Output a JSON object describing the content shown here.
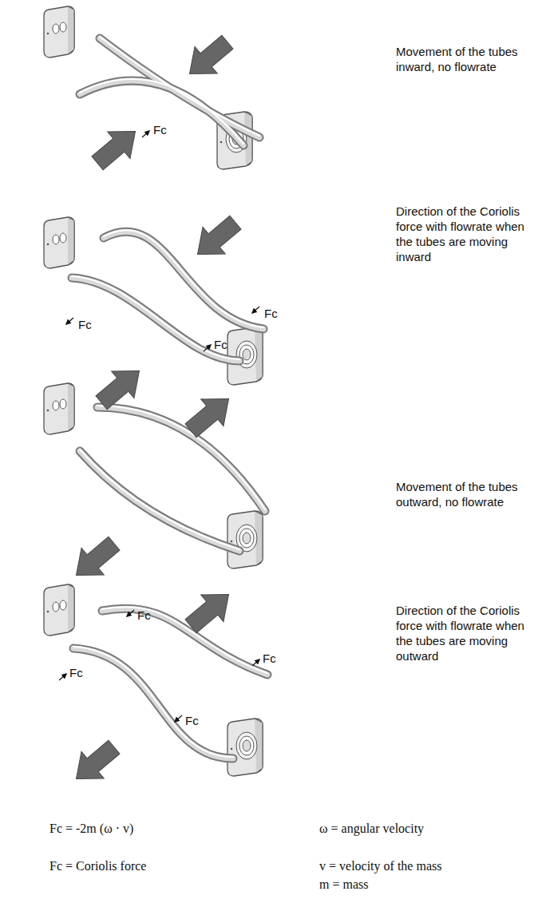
{
  "diagram": {
    "labels": [
      "Movement of the tubes inward, no flowrate",
      "Fc",
      "Direction of the Coriolis force with flowrate when the tubes are moving inward",
      "Fc",
      "Fc",
      "Fc",
      "Movement of the tubes outward, no flowrate",
      "Fc",
      "Direction of the Coriolis force with flowrate when the tubes are moving outward",
      "Fc",
      "Fc",
      "Fc",
      "Fc = -2m (ω · v)",
      "ω = angular velocity",
      "Fc = Coriolis force",
      "v = velocity of the mass",
      "m = mass"
    ]
  }
}
